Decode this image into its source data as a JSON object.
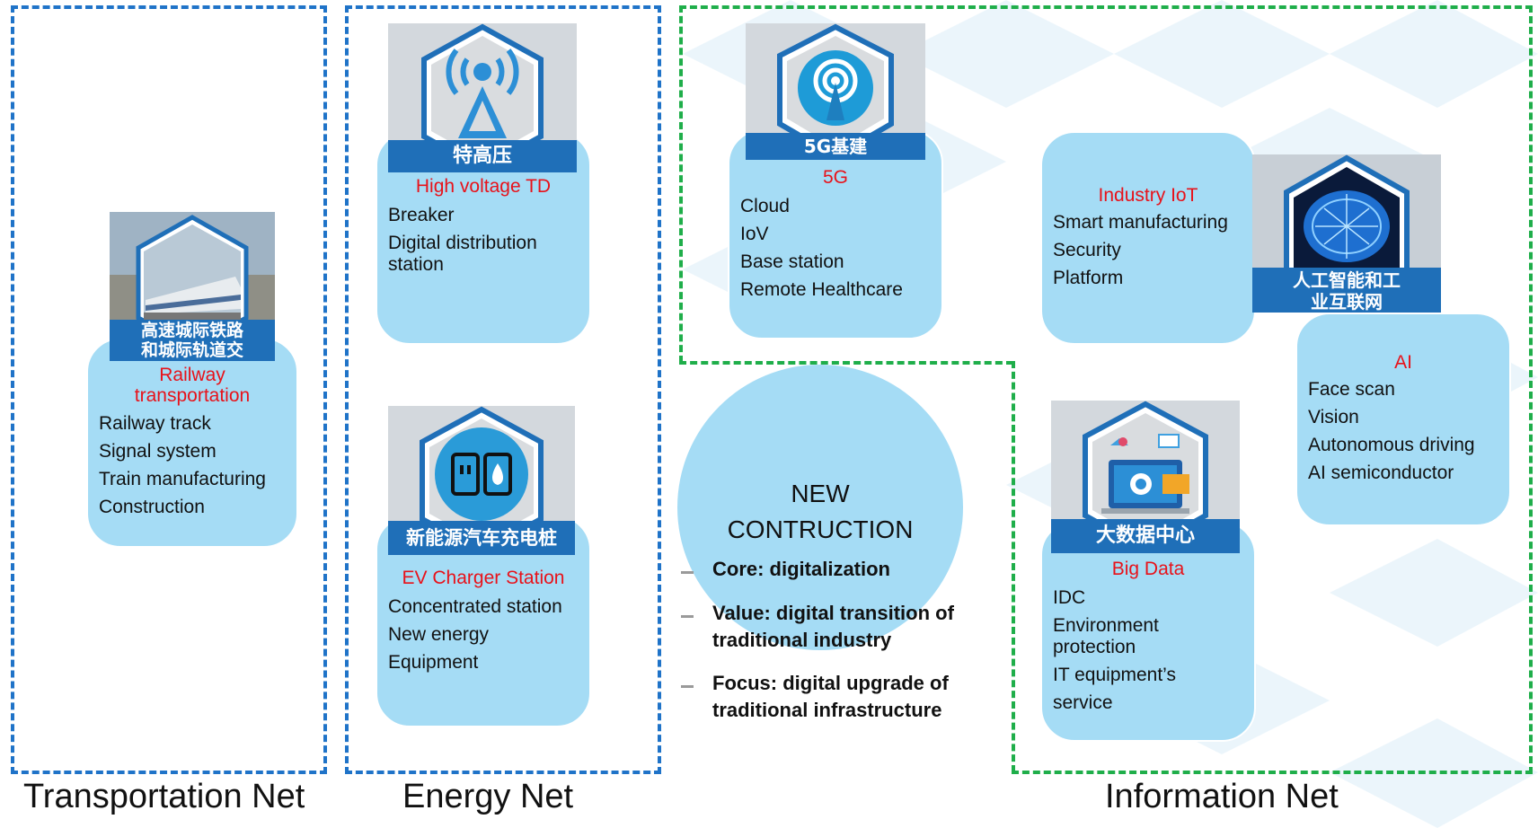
{
  "nets": {
    "transportation": "Transportation Net",
    "energy": "Energy Net",
    "information": "Information Net"
  },
  "cards": {
    "railway": {
      "tile_text": "高速城际铁路和城际轨道交通",
      "title": "Railway transportation",
      "items": [
        "Railway track",
        "Signal system",
        "Train manufacturing",
        "Construction"
      ]
    },
    "hv": {
      "tile_text": "特高压",
      "title": "High voltage TD",
      "items": [
        "Breaker",
        "Digital distribution station"
      ]
    },
    "ev": {
      "tile_text": "新能源汽车充电桩",
      "title": "EV Charger Station",
      "items": [
        "Concentrated station",
        "New energy",
        "Equipment"
      ]
    },
    "fiveg": {
      "tile_text": "5G基建",
      "title": "5G",
      "items": [
        "Cloud",
        "IoV",
        "Base station",
        "Remote Healthcare"
      ]
    },
    "iiot": {
      "title": "Industry IoT",
      "items": [
        "Smart manufacturing",
        "Security",
        "Platform"
      ]
    },
    "ai": {
      "tile_text": "人工智能和工业互联网",
      "title": "AI",
      "items": [
        "Face scan",
        "Vision",
        "Autonomous driving",
        "AI semiconductor"
      ]
    },
    "bigdata": {
      "tile_text": "大数据中心",
      "title": "Big Data",
      "items": [
        "IDC",
        "Environment protection",
        "IT equipment’s",
        "service"
      ]
    }
  },
  "center": {
    "title_line1": "NEW",
    "title_line2": "CONTRUCTION",
    "points": [
      "Core: digitalization",
      "Value: digital transition of traditional industry",
      "Focus: digital upgrade of traditional infrastructure"
    ]
  },
  "colors": {
    "blue_dash": "#1f73c8",
    "green_dash": "#1fae4a",
    "card_fill": "#a5dcf5",
    "title_red": "#e8121a",
    "tile_band": "#1f6fb8"
  }
}
